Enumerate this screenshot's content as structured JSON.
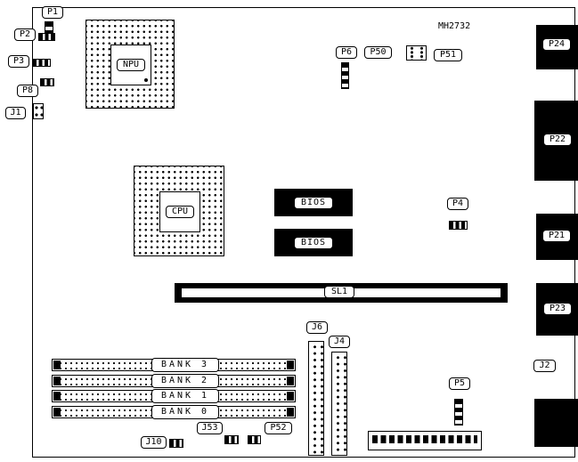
{
  "board": {
    "part_number": "MH2732"
  },
  "chips": {
    "npu": "NPU",
    "cpu": "CPU",
    "bios_upper": "BIOS",
    "bios_lower": "BIOS"
  },
  "slots": {
    "sl1": "SL1",
    "banks": [
      "BANK 3",
      "BANK 2",
      "BANK 1",
      "BANK 0"
    ]
  },
  "connectors": {
    "p1": "P1",
    "p2": "P2",
    "p3": "P3",
    "p8": "P8",
    "j1": "J1",
    "p6": "P6",
    "p50": "P50",
    "p51": "P51",
    "p4": "P4",
    "p5": "P5",
    "j6": "J6",
    "j4": "J4",
    "j53": "J53",
    "p52": "P52",
    "j10": "J10",
    "j2": "J2"
  },
  "ports": {
    "p24": "P24",
    "p22": "P22",
    "p21": "P21",
    "p23": "P23"
  }
}
